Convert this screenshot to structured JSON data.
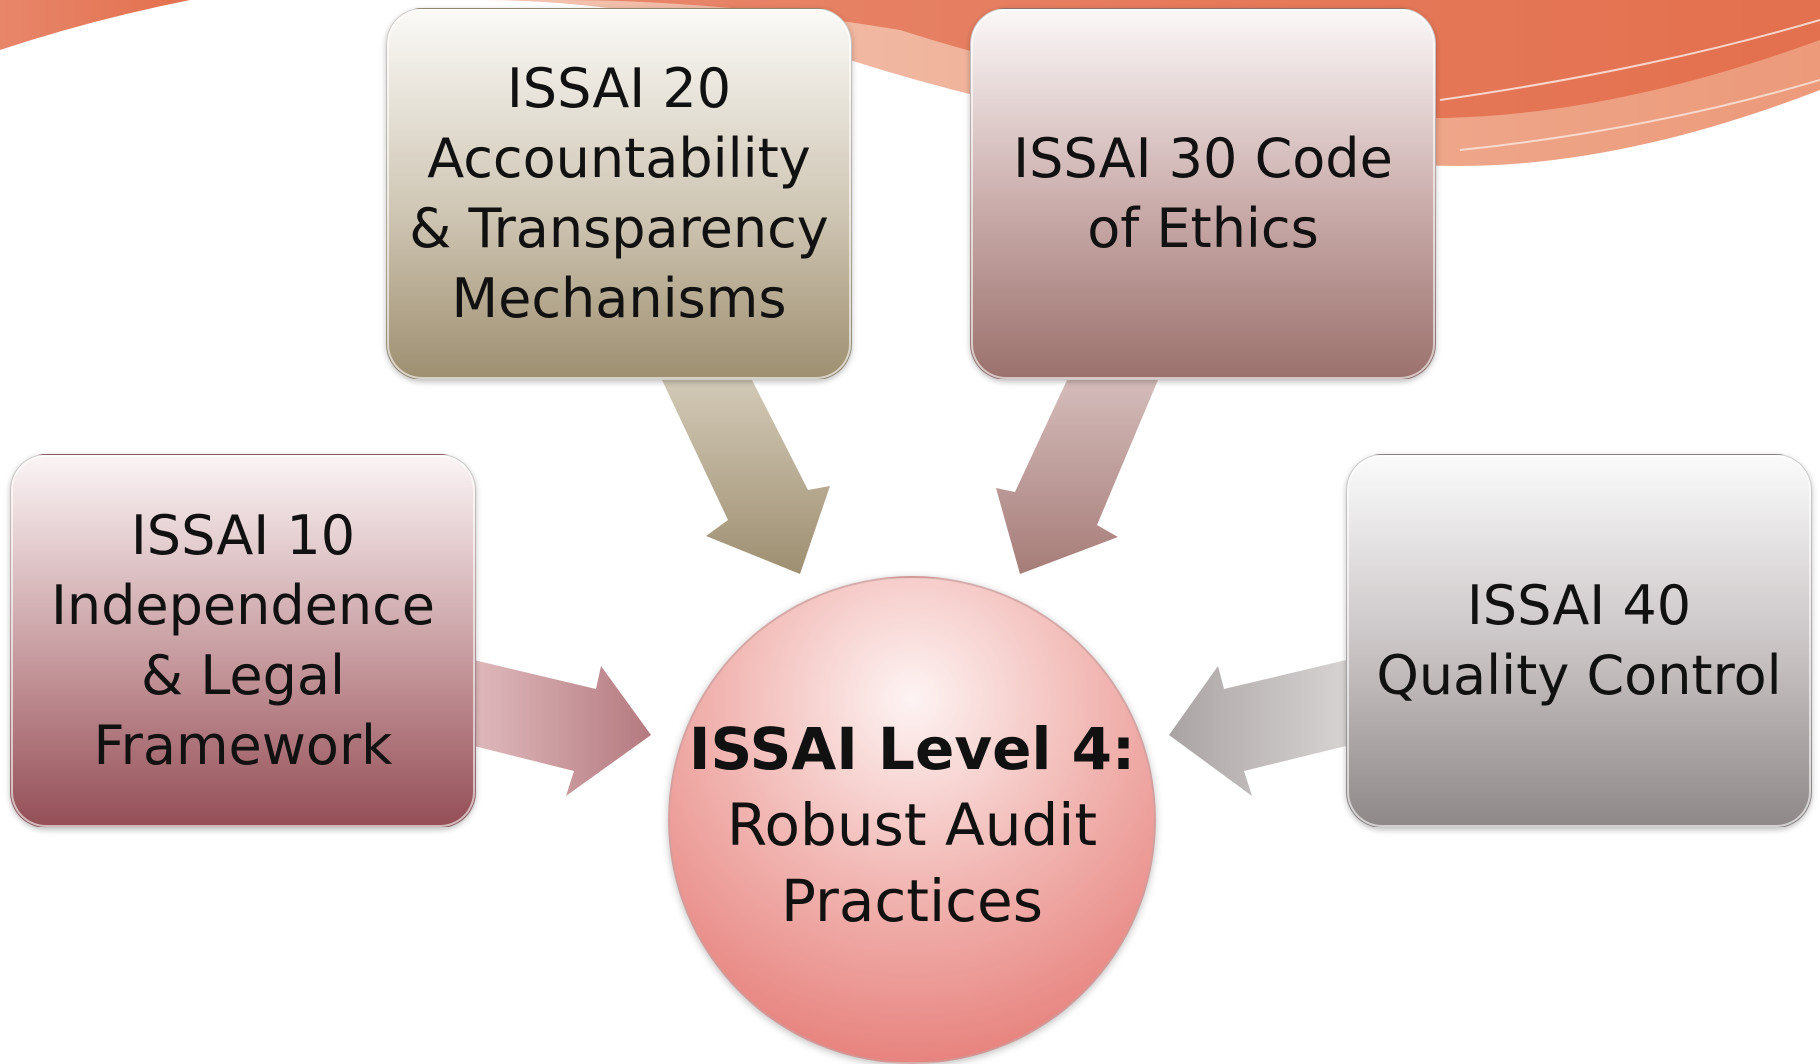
{
  "nodes": {
    "issai20": "ISSAI 20\nAccountability\n& Transparency\nMechanisms",
    "issai30": "ISSAI 30 Code\nof Ethics",
    "issai10": "ISSAI 10\nIndependence\n& Legal\nFramework",
    "issai40": "ISSAI 40\nQuality Control"
  },
  "hub": {
    "bold_part": "ISSAI Level 4:",
    "rest_part": "Robust Audit Practices"
  },
  "colors": {
    "decor_wave": "#e07a5c",
    "arrow_issai20": "#a99b7e",
    "arrow_issai30": "#ad8581",
    "arrow_issai10": "#b37a80",
    "arrow_issai40": "#a9a2a3"
  }
}
